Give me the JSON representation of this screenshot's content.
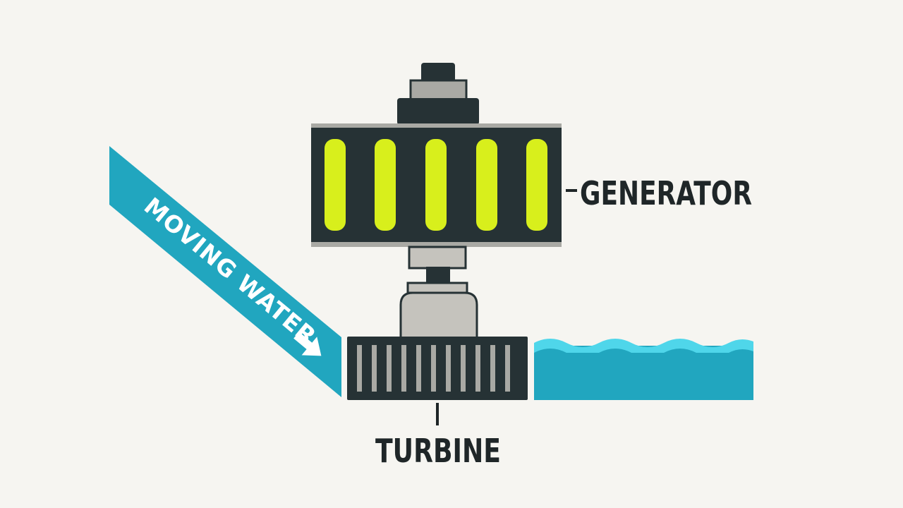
{
  "labels": {
    "moving_water": "MOVING WATER",
    "generator": "GENERATOR",
    "turbine": "TURBINE"
  },
  "colors": {
    "background": "#f6f5f1",
    "dark": "#263235",
    "grey": "#a9a9a4",
    "light_grey": "#c5c3bd",
    "coil": "#d8ef1c",
    "water": "#21a6bf",
    "water_light": "#4fd6ea",
    "text": "#1f2628"
  },
  "icons": {
    "arrow": "arrow-right-icon",
    "waves": "water-waves-icon"
  }
}
